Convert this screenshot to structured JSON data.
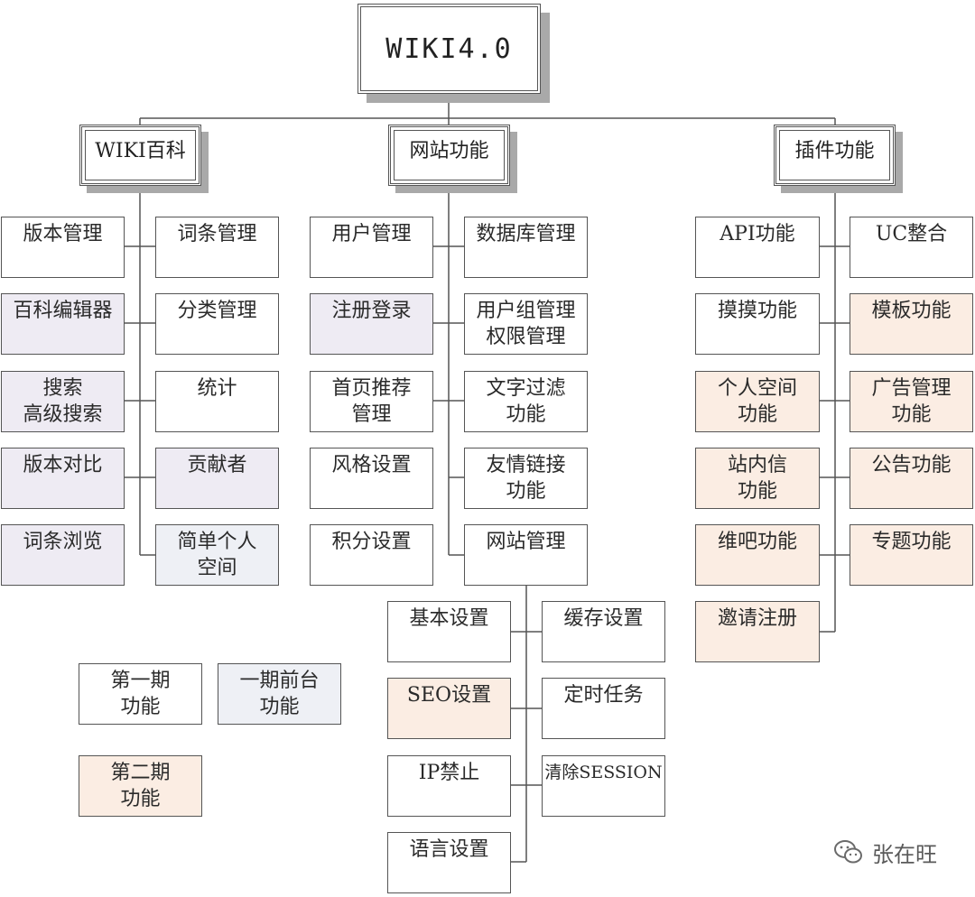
{
  "root": "WIKI4.0",
  "columns": {
    "wiki": {
      "header": "WIKI百科",
      "items": [
        "版本管理",
        "词条管理",
        "百科编辑器",
        "分类管理",
        "搜索\n高级搜索",
        "统计",
        "版本对比",
        "贡献者",
        "词条浏览",
        "简单个人\n空间"
      ]
    },
    "site": {
      "header": "网站功能",
      "items": [
        "用户管理",
        "数据库管理",
        "注册登录",
        "用户组管理\n权限管理",
        "首页推荐\n管理",
        "文字过滤\n功能",
        "风格设置",
        "友情链接\n功能",
        "积分设置",
        "网站管理"
      ]
    },
    "plugin": {
      "header": "插件功能",
      "items": [
        "API功能",
        "UC整合",
        "摸摸功能",
        "模板功能",
        "个人空间\n功能",
        "广告管理\n功能",
        "站内信\n功能",
        "公告功能",
        "维吧功能",
        "专题功能",
        "邀请注册"
      ]
    }
  },
  "site_admin": {
    "items": [
      "基本设置",
      "缓存设置",
      "SEO设置",
      "定时任务",
      "IP禁止",
      "清除SESSION",
      "语言设置"
    ]
  },
  "legend": {
    "phase1": "第一期\n功能",
    "phase1_front": "一期前台\n功能",
    "phase2": "第二期\n功能"
  },
  "watermark": "张在旺",
  "colors": {
    "phase1": "#ffffff",
    "phase1_front": "#eef0f5",
    "lavender": "#eeebf3",
    "phase2": "#fbede3",
    "border": "#555555",
    "shadow": "#a9a9a9"
  }
}
